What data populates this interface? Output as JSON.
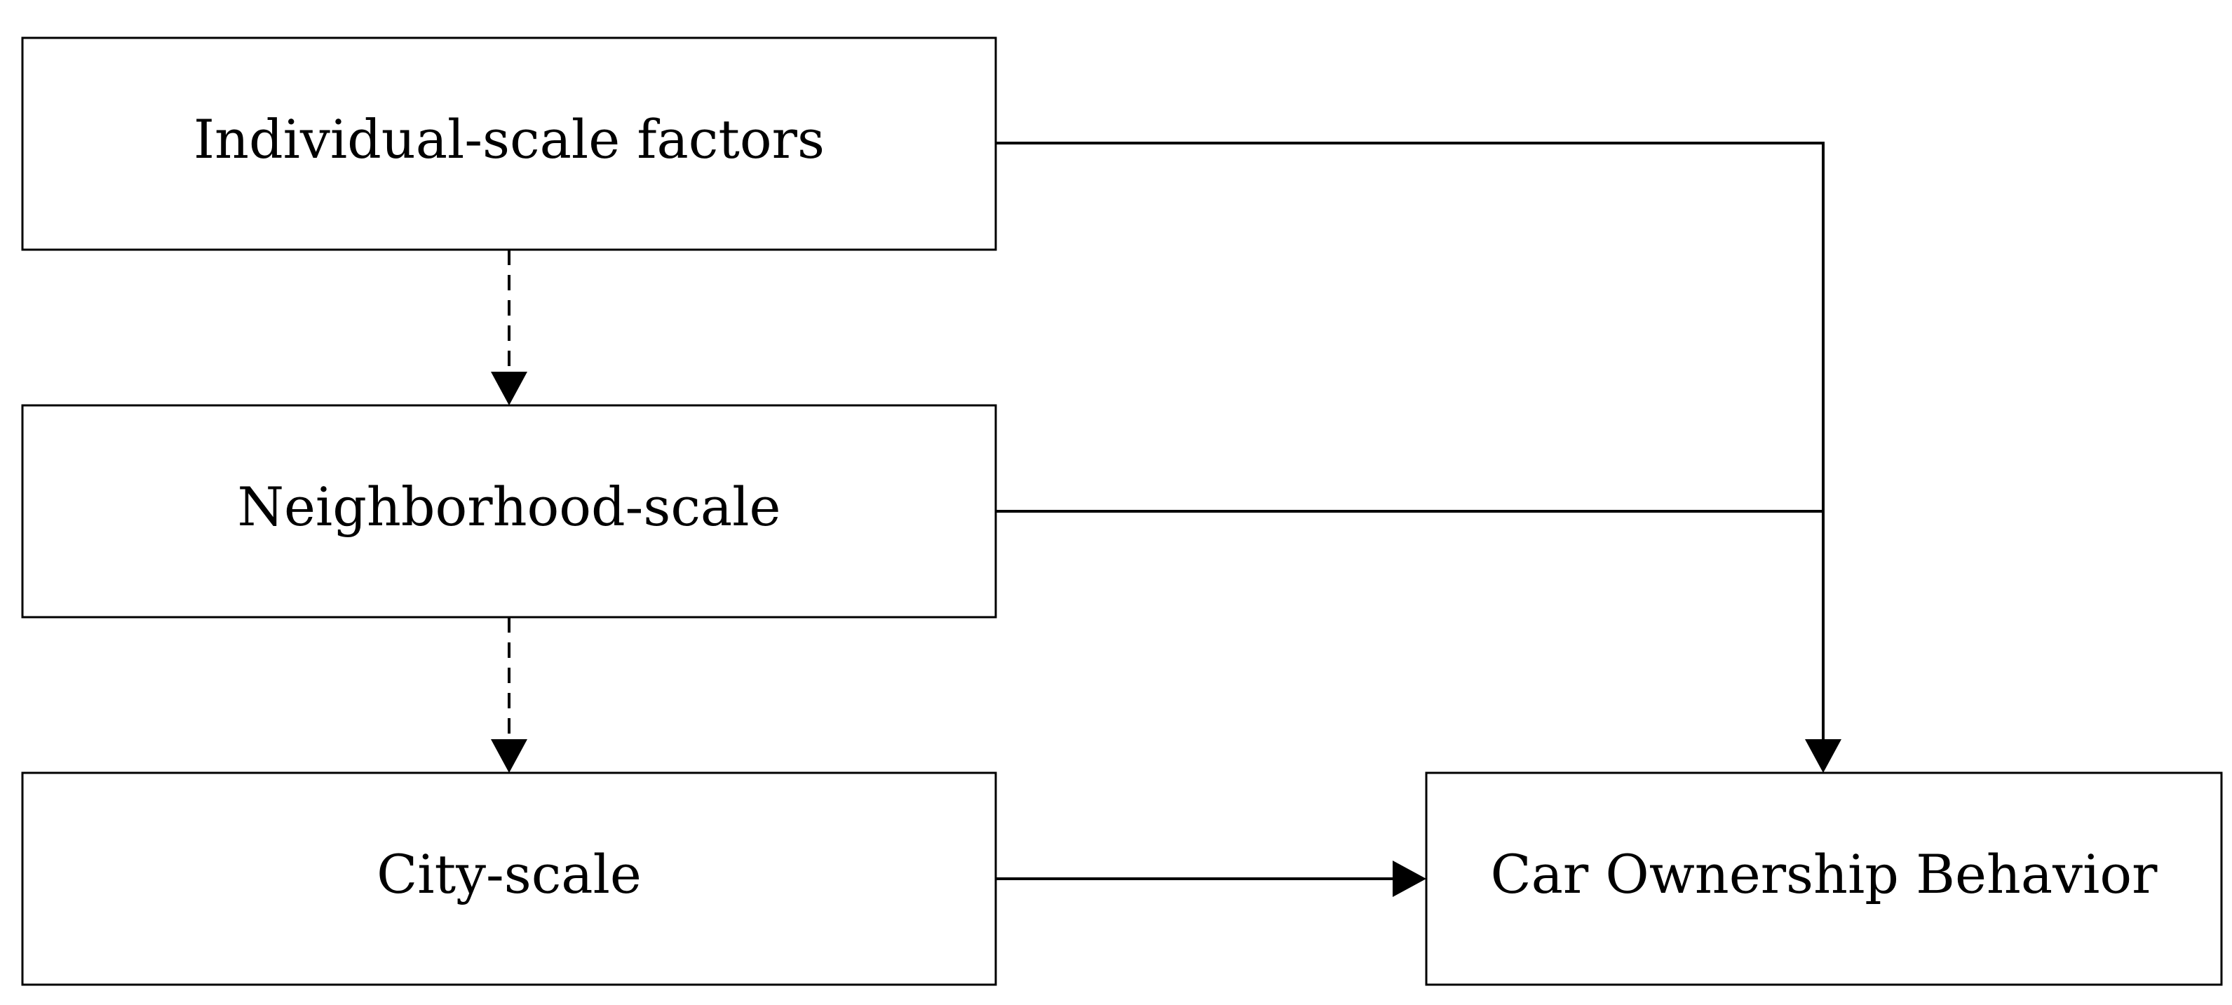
{
  "nodes": {
    "individual": {
      "label": "Individual-scale factors"
    },
    "neighborhood": {
      "label": "Neighborhood-scale"
    },
    "city": {
      "label": "City-scale"
    },
    "car_ownership": {
      "label": "Car Ownership Behavior"
    }
  },
  "edges": [
    {
      "from": "individual",
      "to": "neighborhood",
      "style": "dashed"
    },
    {
      "from": "neighborhood",
      "to": "city",
      "style": "dashed"
    },
    {
      "from": "individual",
      "to": "car_ownership",
      "style": "solid"
    },
    {
      "from": "neighborhood",
      "to": "car_ownership",
      "style": "solid"
    },
    {
      "from": "city",
      "to": "car_ownership",
      "style": "solid"
    }
  ],
  "colors": {
    "stroke": "#000000",
    "background": "#ffffff"
  }
}
